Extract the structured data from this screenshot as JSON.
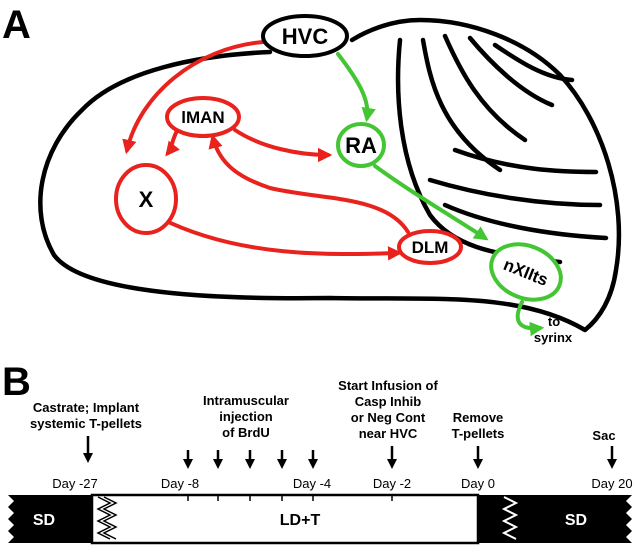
{
  "panels": {
    "a": "A",
    "b": "B"
  },
  "nuclei": {
    "hvc": "HVC",
    "lman": "lMAN",
    "ra": "RA",
    "x": "X",
    "dlm": "DLM",
    "nxiits": "nXIIts"
  },
  "output_label": {
    "line1": "to",
    "line2": "syrinx"
  },
  "colors": {
    "anterior_pathway": "#e8231e",
    "motor_pathway": "#44c634",
    "outline": "#000000"
  },
  "timeline": {
    "annotations": {
      "castrate_line1": "Castrate; Implant",
      "castrate_line2": "systemic T-pellets",
      "brdu_line1": "Intramuscular",
      "brdu_line2": "injection",
      "brdu_line3": "of BrdU",
      "infusion_line1": "Start Infusion of",
      "infusion_line2": "Casp Inhib",
      "infusion_line3": "or Neg Cont",
      "infusion_line4": "near HVC",
      "remove_line1": "Remove",
      "remove_line2": "T-pellets",
      "sac": "Sac"
    },
    "days": {
      "d27": "Day -27",
      "d8": "Day -8",
      "d4": "Day -4",
      "d2": "Day -2",
      "d0": "Day 0",
      "d20": "Day 20"
    },
    "segments": {
      "sd_left": "SD",
      "ldt": "LD+T",
      "sd_right": "SD"
    }
  }
}
